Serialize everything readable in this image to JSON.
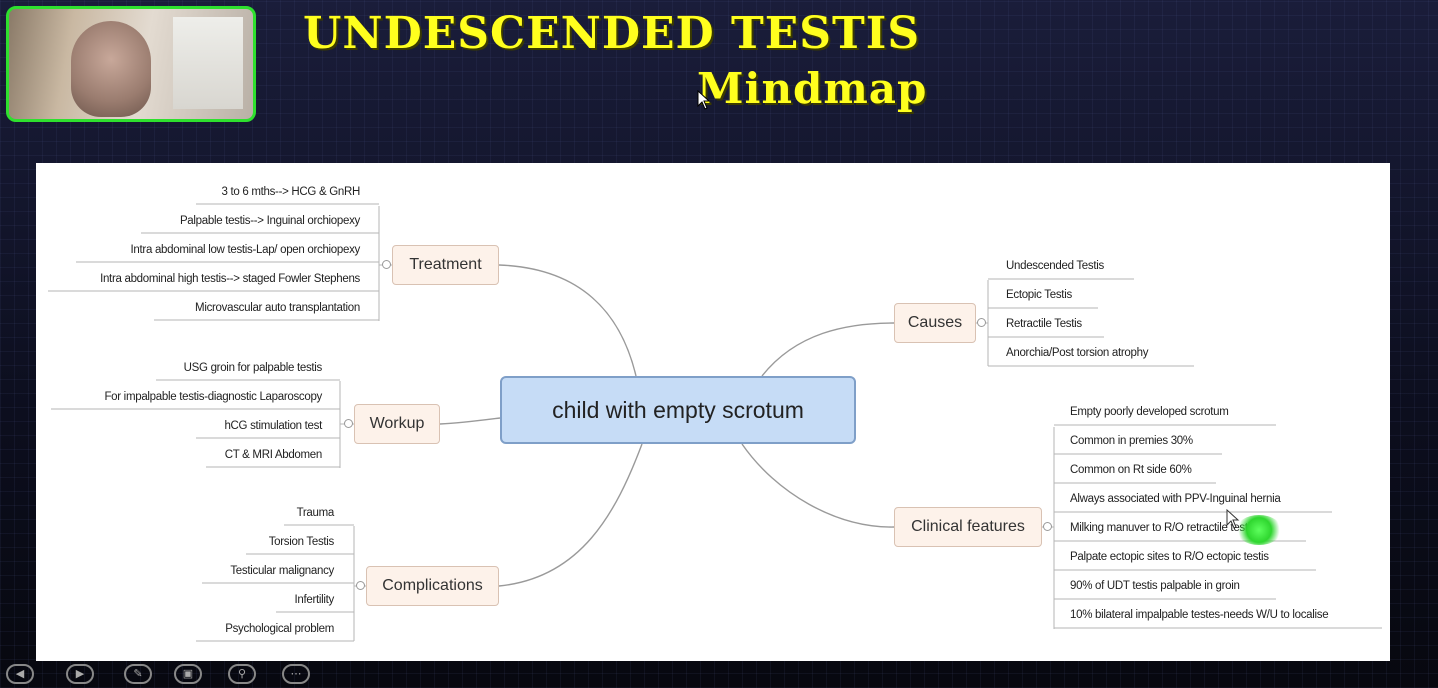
{
  "slide": {
    "title": "UNDESCENDED TESTIS",
    "subtitle": "Mindmap"
  },
  "mindmap": {
    "center": "child with empty scrotum",
    "treatment": {
      "label": "Treatment",
      "leaves": [
        "3 to 6 mths--> HCG & GnRH",
        "Palpable testis--> Inguinal orchiopexy",
        "Intra abdominal low testis-Lap/ open orchiopexy",
        "Intra abdominal high testis--> staged Fowler Stephens",
        "Microvascular auto transplantation"
      ]
    },
    "workup": {
      "label": "Workup",
      "leaves": [
        "USG groin for palpable testis",
        "For impalpable testis-diagnostic Laparoscopy",
        "hCG stimulation test",
        "CT & MRI Abdomen"
      ]
    },
    "complications": {
      "label": "Complications",
      "leaves": [
        "Trauma",
        "Torsion Testis",
        "Testicular malignancy",
        "Infertility",
        "Psychological problem"
      ]
    },
    "causes": {
      "label": "Causes",
      "leaves": [
        "Undescended Testis",
        "Ectopic Testis",
        "Retractile Testis",
        "Anorchia/Post torsion atrophy"
      ]
    },
    "clinical": {
      "label": "Clinical features",
      "leaves": [
        "Empty poorly developed scrotum",
        "Common in premies 30%",
        "Common on Rt side 60%",
        "Always associated with PPV-Inguinal hernia",
        "Milking manuver to R/O retractile testis",
        "Palpate ectopic sites to R/O ectopic testis",
        "90% of UDT testis palpable in groin",
        "10% bilateral impalpable testes-needs W/U to localise"
      ]
    }
  }
}
